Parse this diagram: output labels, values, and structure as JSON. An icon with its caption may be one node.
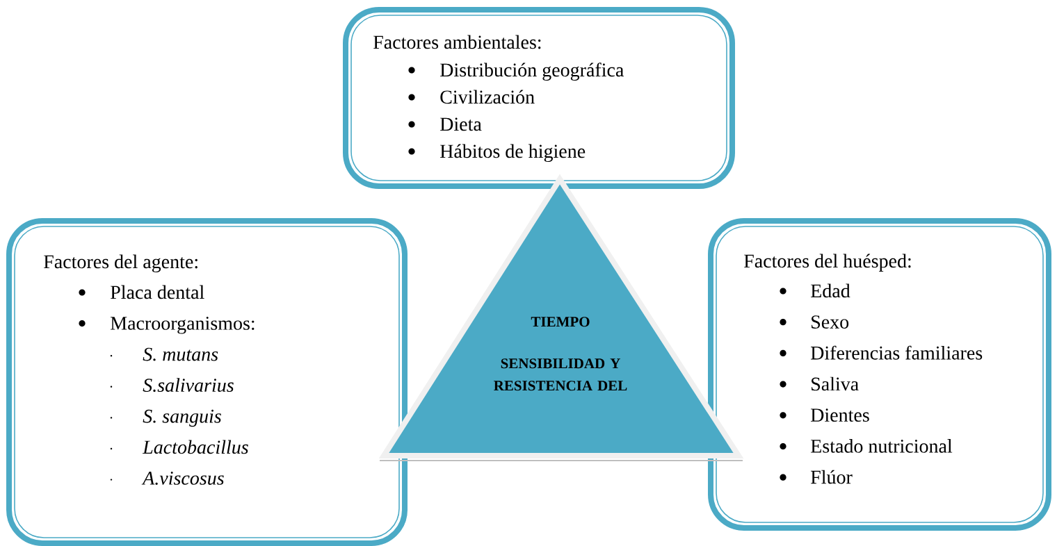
{
  "diagram": {
    "nodes": [
      {
        "text": [
          "Factores ambientales:",
          "Distribución geográfica",
          "Civilización",
          "Dieta",
          "Hábitos de higiene"
        ]
      },
      {
        "text": [
          "Factores del agente:",
          "Placa dental",
          "Macroorganismos:",
          "S. mutans",
          "S.salivarius",
          "S. sanguis",
          "Lactobacillus",
          "A.viscosus"
        ]
      },
      {
        "text": [
          "TIEMPO",
          "SENSIBILIDAD Y RESISTENCIA DEL"
        ]
      },
      {
        "text": [
          "Factores del huésped:",
          "Edad",
          "Sexo",
          "Diferencias familiares",
          "Saliva",
          "Dientes",
          "Estado nutricional",
          "Flúor"
        ]
      }
    ]
  }
}
